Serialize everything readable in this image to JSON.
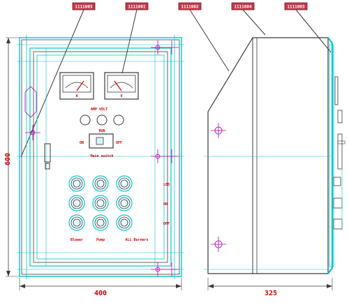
{
  "tags": {
    "t1": "1111005",
    "t2": "1111001",
    "t3": "1111002",
    "t4": "1111004",
    "t5": "1111003"
  },
  "dimensions": {
    "height": "600",
    "width": "400",
    "depth": "325"
  },
  "meters": {
    "left_label": "A",
    "right_label": "V"
  },
  "selector": {
    "top_labels": "AMP   VOLT",
    "switch_label": "RUN",
    "left_label": "ON",
    "right_label": "OFF",
    "caption": "Main switch"
  },
  "lamp_rows": {
    "row1": "LED",
    "row2": "ON",
    "row3": "OFF"
  },
  "bottom_labels": {
    "b1": "Blower",
    "b2": "Pump",
    "b3": "ALL Burners"
  },
  "colors": {
    "outline": "#3a3a3a",
    "cyan": "#00c8d2",
    "red": "#d40000",
    "magenta": "#b000b0",
    "tag_fill": "#c43a4a"
  }
}
